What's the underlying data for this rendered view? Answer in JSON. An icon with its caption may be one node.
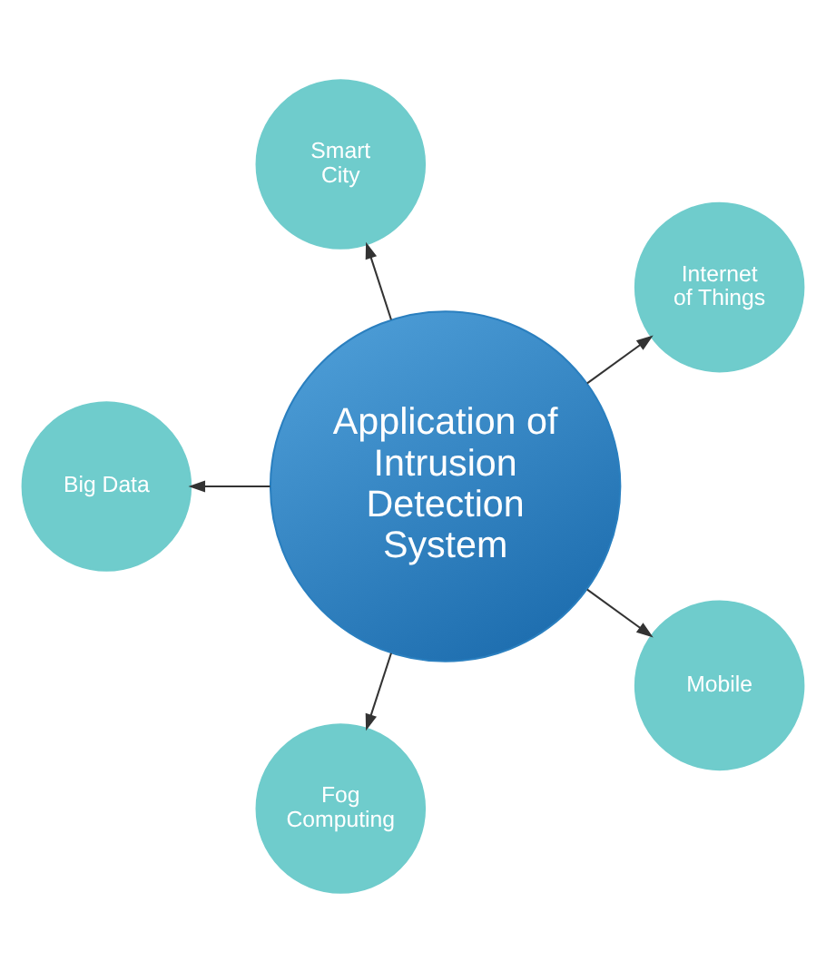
{
  "diagram": {
    "nodes": [
      {
        "text": [
          "Application of Intrusion Detection System"
        ]
      },
      {
        "text": [
          "Internet of Things"
        ]
      },
      {
        "text": [
          "Smart City"
        ]
      },
      {
        "text": [
          "Big Data"
        ]
      },
      {
        "text": [
          "Fog Computing"
        ]
      },
      {
        "text": [
          "Mobile"
        ]
      }
    ],
    "edges": [
      {
        "from": 0,
        "to": 1,
        "arrow": "to"
      },
      {
        "from": 0,
        "to": 2,
        "arrow": "to"
      },
      {
        "from": 0,
        "to": 3,
        "arrow": "to"
      },
      {
        "from": 0,
        "to": 4,
        "arrow": "to"
      },
      {
        "from": 0,
        "to": 5,
        "arrow": "to"
      }
    ]
  }
}
